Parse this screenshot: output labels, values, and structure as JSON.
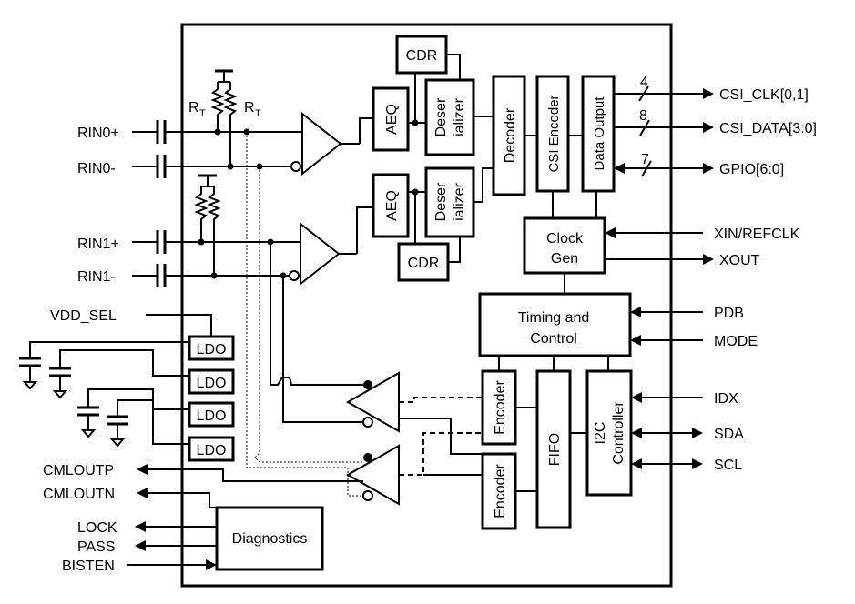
{
  "pins_left": {
    "rin0p": "RIN0+",
    "rin0n": "RIN0-",
    "rin1p": "RIN1+",
    "rin1n": "RIN1-",
    "vdd_sel": "VDD_SEL",
    "cmloutp": "CMLOUTP",
    "cmloutn": "CMLOUTN",
    "lock": "LOCK",
    "pass": "PASS",
    "bisten": "BISTEN"
  },
  "pins_right": {
    "csi_clk": "CSI_CLK[0,1]",
    "csi_data": "CSI_DATA[3:0]",
    "gpio": "GPIO[6:0]",
    "xin": "XIN/REFCLK",
    "xout": "XOUT",
    "pdb": "PDB",
    "mode": "MODE",
    "idx": "IDX",
    "sda": "SDA",
    "scl": "SCL"
  },
  "bus_widths": {
    "csi_clk": "4",
    "csi_data": "8",
    "gpio": "7"
  },
  "resistor_labels": {
    "rt_a": "R",
    "rt_b": "R",
    "sub": "T"
  },
  "blocks": {
    "cdr_top": "CDR",
    "cdr_bottom": "CDR",
    "aeq_top": "AEQ",
    "aeq_bottom": "AEQ",
    "deser_line1": "Deser",
    "deser_line2": "ializer",
    "decoder": "Decoder",
    "csi_encoder": "CSI Encoder",
    "data_output": "Data Output",
    "clock_gen_line1": "Clock",
    "clock_gen_line2": "Gen",
    "timing_line1": "Timing and",
    "timing_line2": "Control",
    "encoder": "Encoder",
    "fifo": "FIFO",
    "i2c_line1": "I2C",
    "i2c_line2": "Controller",
    "ldo": "LDO",
    "diagnostics": "Diagnostics"
  }
}
